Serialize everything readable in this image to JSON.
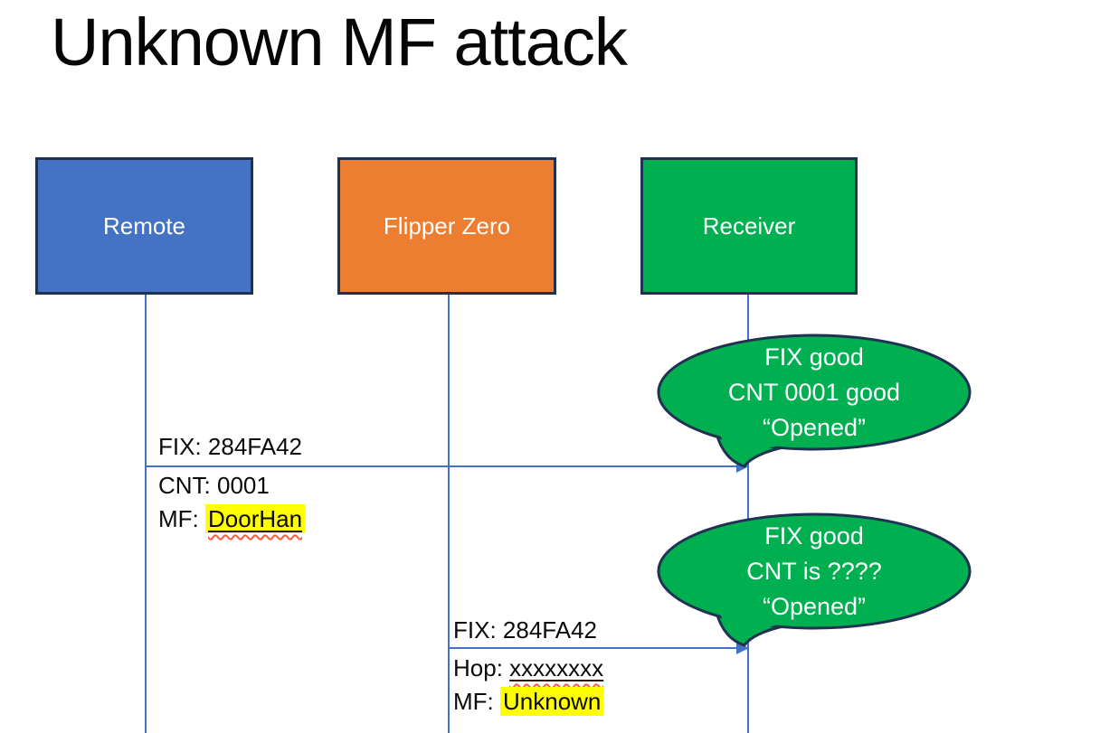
{
  "slide": {
    "title": "Unknown MF attack"
  },
  "colors": {
    "blue": "#4472C4",
    "orange": "#ED7D31",
    "green": "#00B050",
    "navy": "#1F3252",
    "line": "#4472C4",
    "highlight": "#FFFF00",
    "squiggle": "#FF5A3C"
  },
  "actors": [
    {
      "label": "Remote",
      "fill": "#4472C4"
    },
    {
      "label": "Flipper Zero",
      "fill": "#ED7D31"
    },
    {
      "label": "Receiver",
      "fill": "#00B050"
    }
  ],
  "messages": [
    {
      "above": "FIX: 284FA42",
      "cnt": "CNT: 0001",
      "mf_prefix": "MF: ",
      "mf_value": "DoorHan"
    },
    {
      "above": "FIX: 284FA42",
      "hop_prefix": "Hop: ",
      "hop_value": "xxxxxxxx",
      "mf_prefix": "MF: ",
      "mf_value": "Unknown"
    }
  ],
  "callouts": [
    {
      "line1": "FIX good",
      "line2": "CNT 0001 good",
      "line3": "“Opened”"
    },
    {
      "line1": "FIX good",
      "line2": "CNT is ????",
      "line3": "“Opened”"
    }
  ]
}
